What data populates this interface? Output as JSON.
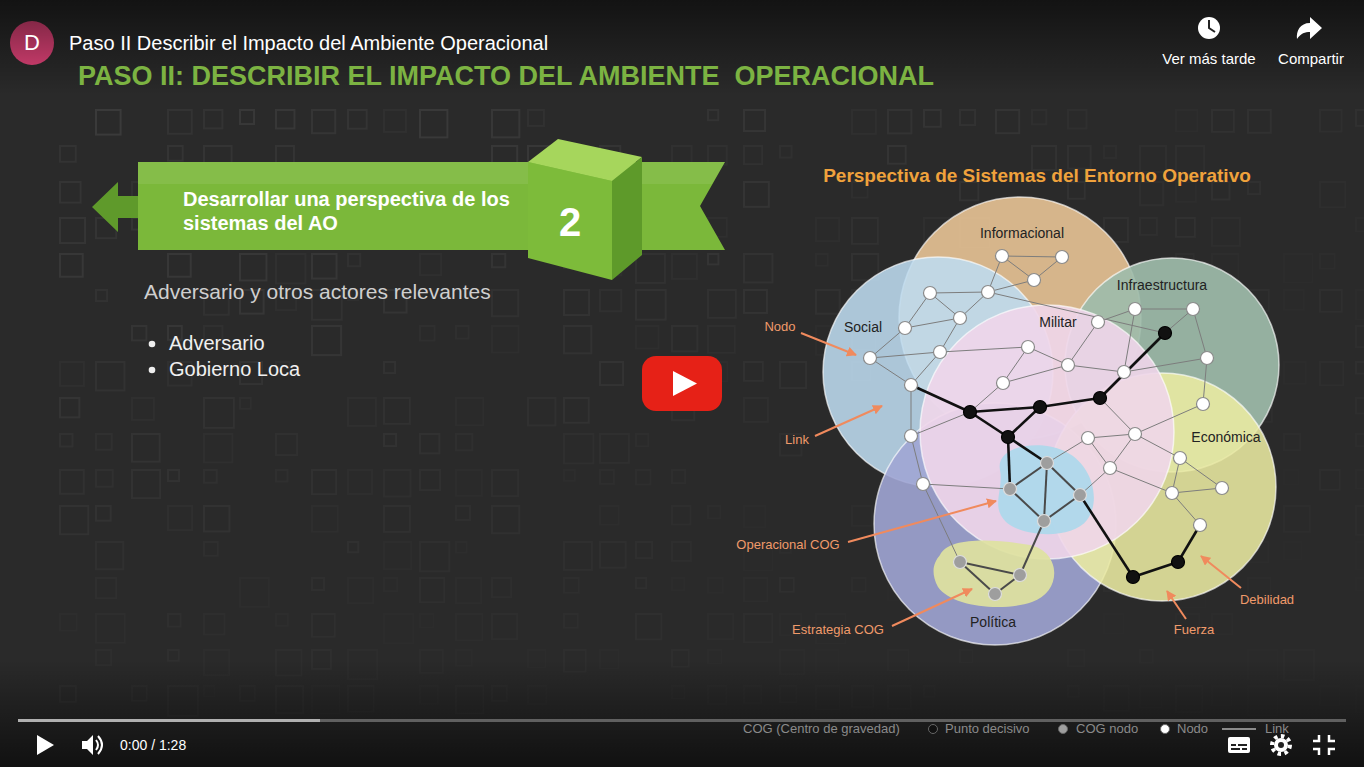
{
  "diagram": {
    "title": "PASO II: DESCRIBIR EL IMPACTO DEL AMBIENTE  OPERACIONAL",
    "nodes": [
      {
        "text": [
          "D"
        ]
      },
      {
        "text": [
          "Desarrollar una perspectiva de los sistemas del AO"
        ]
      },
      {
        "text": [
          "2"
        ]
      },
      {
        "text": [
          "Informacional"
        ]
      },
      {
        "text": [
          "Infraestructura"
        ]
      },
      {
        "text": [
          "Social"
        ]
      },
      {
        "text": [
          "Militar"
        ]
      },
      {
        "text": [
          "Económica"
        ]
      },
      {
        "text": [
          "Política"
        ]
      }
    ],
    "labels": [
      "Paso II Describir el Impacto del Ambiente Operacional",
      "Ver más tarde",
      "Compartir",
      "Adversario y otros actores relevantes",
      "Adversario",
      "Gobierno Loca",
      "Perspectiva de Sistemas del Entorno Operativo",
      "Nodo",
      "Link",
      "Operacional COG",
      "Estrategia COG",
      "Debilidad",
      "Fuerza",
      "COG (Centro de gravedad)",
      "0:00 / 1:28"
    ],
    "legend": [
      {
        "text": "Punto decisivo",
        "color": "#111111"
      },
      {
        "text": "COG nodo",
        "color": "#9e9e9e"
      },
      {
        "text": "Nodo",
        "color": "#ffffff"
      },
      {
        "text": "Link"
      }
    ]
  }
}
